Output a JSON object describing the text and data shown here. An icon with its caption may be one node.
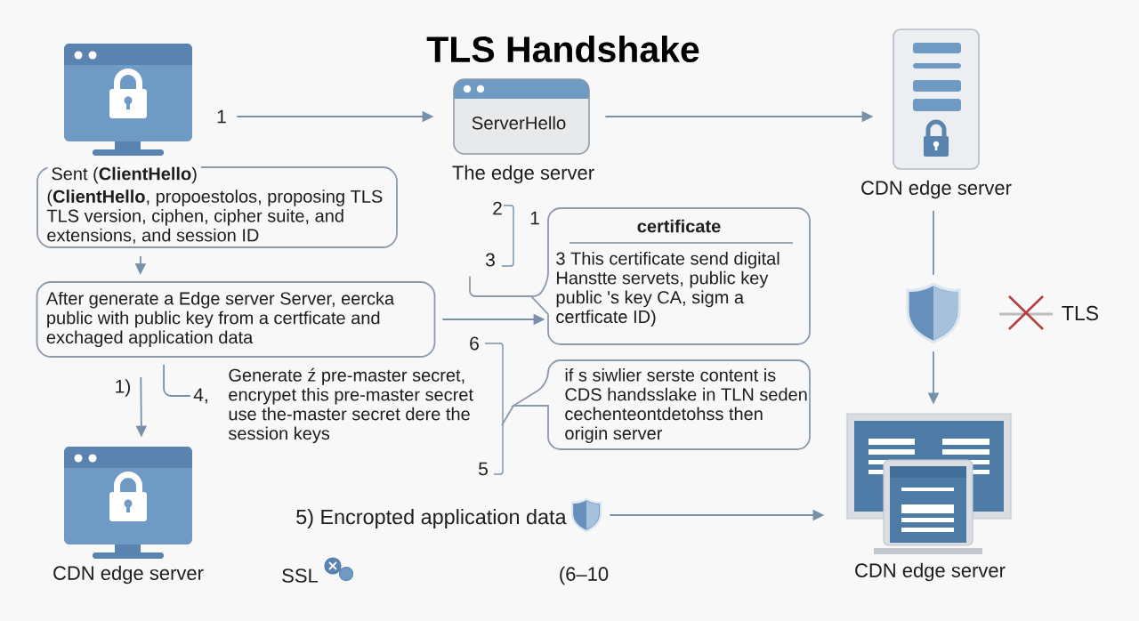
{
  "diagram": {
    "title": "TLS Handshake",
    "nodes": [
      {
        "text": [],
        "shape": "picture"
      },
      {
        "text": [
          "ServerHello"
        ],
        "beside": [
          "The edge server"
        ]
      },
      {
        "text": [],
        "shape": "picture",
        "beside": [
          "CDN edge server"
        ]
      },
      {
        "text": [
          "Sent (**ClientHello**)",
          "(**ClientHello**, propoestolos, proposing TLS TLS version, ciphen, cipher suite, and extensions, and session ID"
        ]
      },
      {
        "text": [
          "After generate a Edge server Server, eercka public with public key from a certficate and exchaged application data"
        ]
      },
      {
        "text": [
          "certificate",
          "3 This certificate send digital Hanstte servets, public key public 's key CA, sigm a certficate ID)"
        ]
      },
      {
        "text": [
          "if s siwlier serste content is CDS handsslake in TLN seden cechenteontdetohss then origin server"
        ]
      },
      {
        "text": [
          "4,"
        ]
      },
      {
        "text": [],
        "shape": "picture",
        "beside": [
          "CDN edge server"
        ]
      },
      {
        "text": [],
        "shape": "picture"
      },
      {
        "text": [],
        "shape": "picture",
        "beside": [
          "CDN edge server"
        ]
      },
      {
        "text": [],
        "shape": "picture",
        "beside": [
          "5) Encropted application data"
        ]
      }
    ],
    "edges": [
      {
        "from": 0,
        "to": 1,
        "arrow": "to",
        "label": "1"
      },
      {
        "from": 1,
        "to": 2,
        "arrow": "to"
      },
      {
        "from": 3,
        "to": 4,
        "arrow": "to"
      },
      {
        "from": 4,
        "to": 8,
        "arrow": "to",
        "label": "1)"
      },
      {
        "from": 4,
        "to": 7,
        "arrow": "none"
      },
      {
        "from": 4,
        "to": 5,
        "arrow": "to"
      },
      {
        "from": 2,
        "to": 9,
        "arrow": "none"
      },
      {
        "from": 9,
        "to": 10,
        "arrow": "to"
      },
      {
        "from": 11,
        "to": 10,
        "arrow": "to"
      }
    ],
    "labels": [
      "2",
      "1",
      "3",
      "TLS",
      "6",
      "Generate ź pre-master secret, encrypet this pre-master secret use the-master secret dere the session keys",
      "5",
      "SSL",
      "(6–10"
    ]
  }
}
